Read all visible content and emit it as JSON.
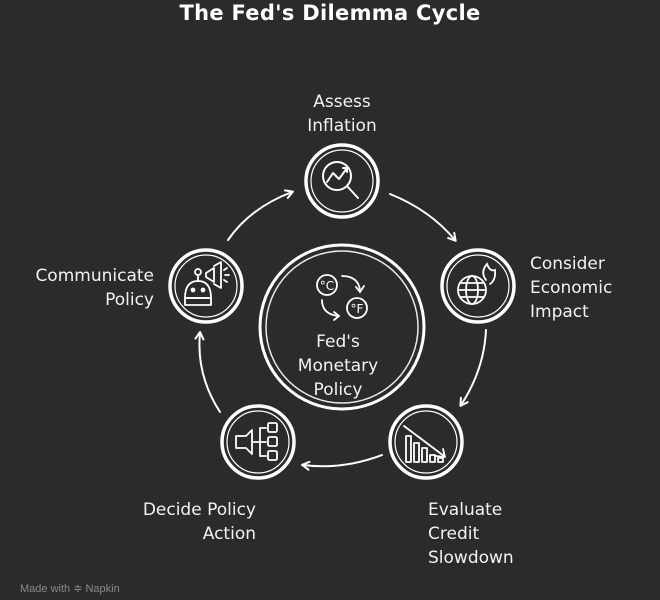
{
  "title": "The Fed's Dilemma Cycle",
  "center": {
    "label": "Fed's\nMonetary\nPolicy"
  },
  "steps": [
    {
      "label": "Assess\nInflation",
      "icon": "inflation-chart-magnifier-icon"
    },
    {
      "label": "Consider\nEconomic\nImpact",
      "icon": "globe-fire-icon"
    },
    {
      "label": "Evaluate\nCredit\nSlowdown",
      "icon": "declining-bar-chart-icon"
    },
    {
      "label": "Decide Policy\nAction",
      "icon": "decision-tree-icon"
    },
    {
      "label": "Communicate\nPolicy",
      "icon": "robot-megaphone-icon"
    }
  ],
  "watermark": "Made with ≑ Napkin",
  "colors": {
    "background": "#2b2b2b",
    "stroke": "#ffffff"
  }
}
